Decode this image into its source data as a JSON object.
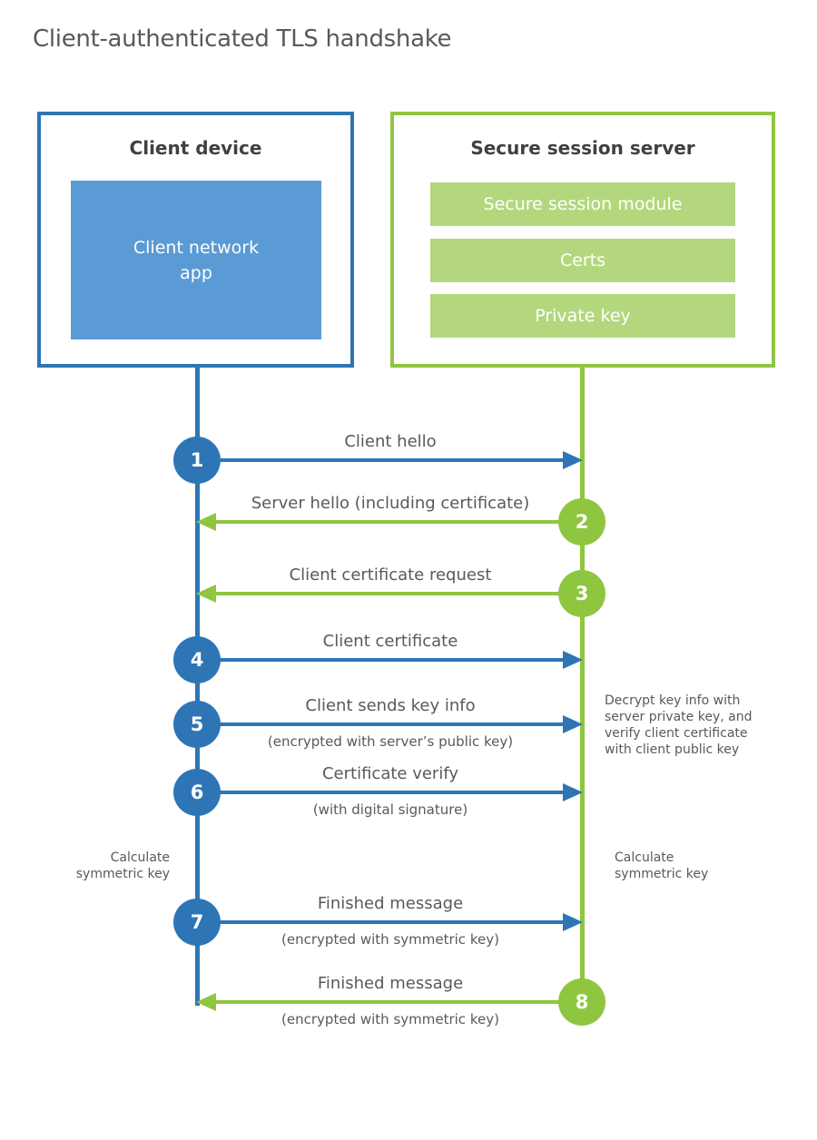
{
  "title": "Client-authenticated TLS handshake",
  "colors": {
    "blue": "#2e75b6",
    "blue_light": "#5b9bd5",
    "green": "#8fc640",
    "green_light": "#b4d77d",
    "text_dark": "#3f4043",
    "text_gray": "#58595b"
  },
  "client": {
    "heading": "Client device",
    "app_label": "Client network\napp"
  },
  "server": {
    "heading": "Secure session server",
    "modules": [
      "Secure session module",
      "Certs",
      "Private key"
    ]
  },
  "messages": [
    {
      "num": "1",
      "label": "Client hello",
      "sublabel": "",
      "from": "client"
    },
    {
      "num": "2",
      "label": "Server hello (including certificate)",
      "sublabel": "",
      "from": "server"
    },
    {
      "num": "3",
      "label": "Client certificate request",
      "sublabel": "",
      "from": "server"
    },
    {
      "num": "4",
      "label": "Client certificate",
      "sublabel": "",
      "from": "client"
    },
    {
      "num": "5",
      "label": "Client sends key info",
      "sublabel": "(encrypted with server’s public key)",
      "from": "client"
    },
    {
      "num": "6",
      "label": "Certificate verify",
      "sublabel": "(with digital signature)",
      "from": "client"
    },
    {
      "num": "7",
      "label": "Finished message",
      "sublabel": "(encrypted with symmetric key)",
      "from": "client"
    },
    {
      "num": "8",
      "label": "Finished message",
      "sublabel": "(encrypted with symmetric key)",
      "from": "server"
    }
  ],
  "annotations": {
    "decrypt_note": "Decrypt key info with\nserver private key, and\nverify client certificate\nwith client public key",
    "calculate_left": "Calculate\nsymmetric key",
    "calculate_right": "Calculate\nsymmetric key"
  }
}
